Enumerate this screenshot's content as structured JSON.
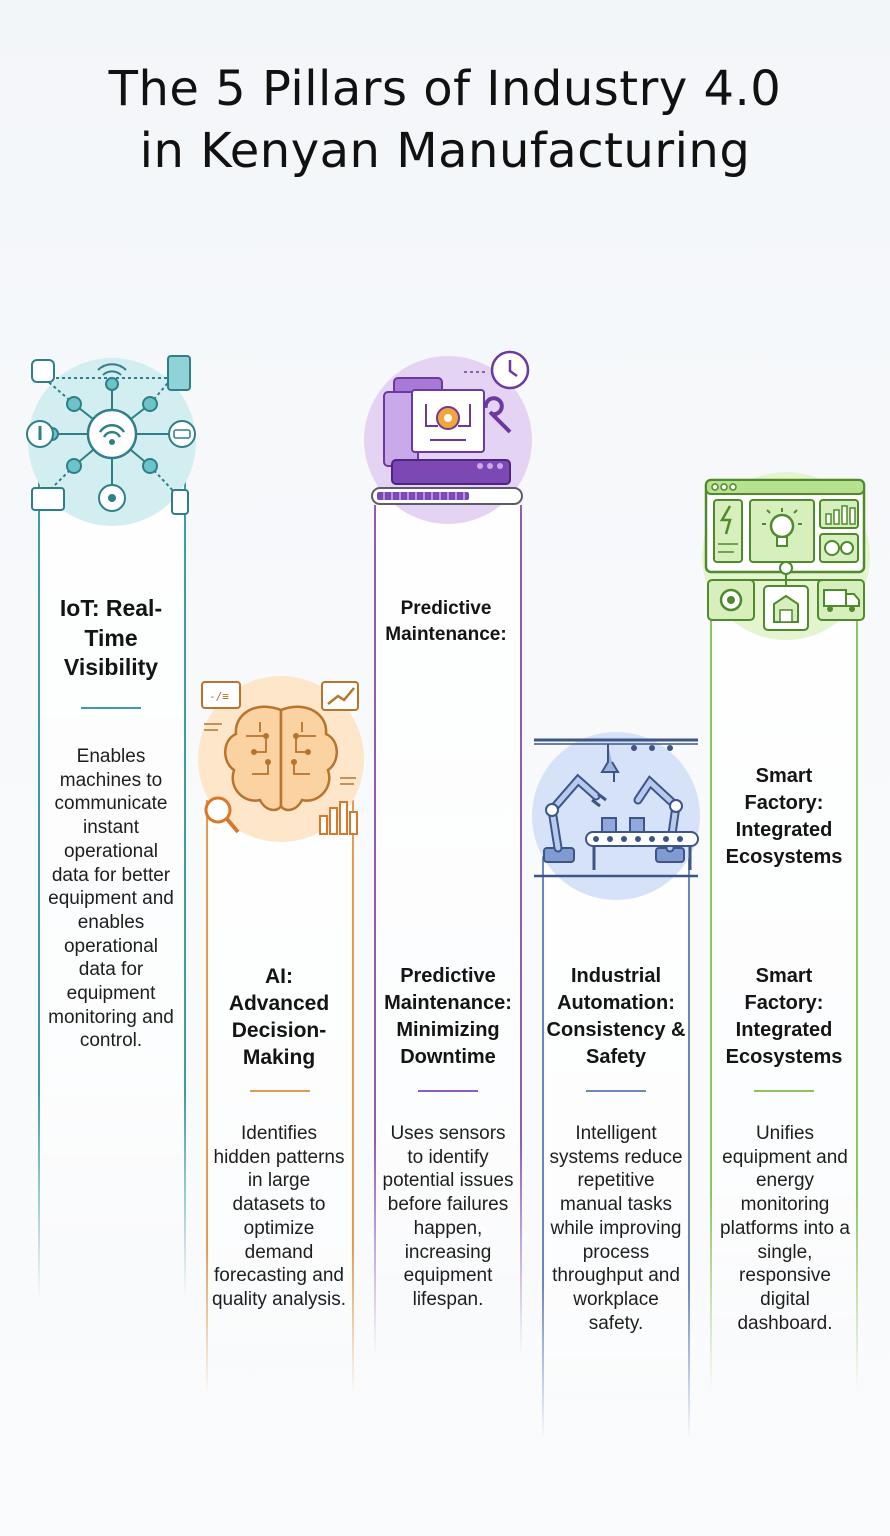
{
  "title_line1": "The 5 Pillars of Industry 4.0",
  "title_line2": "in Kenyan Manufacturing",
  "colors": {
    "iot": "#3f9ca3",
    "ai": "#e39b52",
    "pm": "#8f5bc0",
    "ia": "#6d87c0",
    "sf": "#8cc45f"
  },
  "pillars": {
    "iot": {
      "heading": "IoT: Real-Time Visibility",
      "description": "Enables machines to communicate instant operational data for better equipment and enables operational data for equipment monitoring and control."
    },
    "ai": {
      "heading": "AI: Advanced Decision-Making",
      "description": "Identifies hidden patterns in large datasets to optimize demand forecasting and quality analysis."
    },
    "pm": {
      "heading_upper": "Predictive Maintenance:",
      "heading": "Predictive Maintenance: Minimizing Downtime",
      "description": "Uses sensors to identify potential issues before failures happen, increasing equipment lifespan."
    },
    "ia": {
      "heading": "Industrial Automation: Consistency & Safety",
      "description": "Intelligent systems reduce repetitive manual tasks while improving process throughput and workplace safety."
    },
    "sf": {
      "heading_upper": "Smart Factory: Integrated Ecosystems",
      "heading": "Smart Factory: Integrated Ecosystems",
      "description": "Unifies equipment and energy monitoring platforms into a single, responsive digital dashboard."
    }
  }
}
